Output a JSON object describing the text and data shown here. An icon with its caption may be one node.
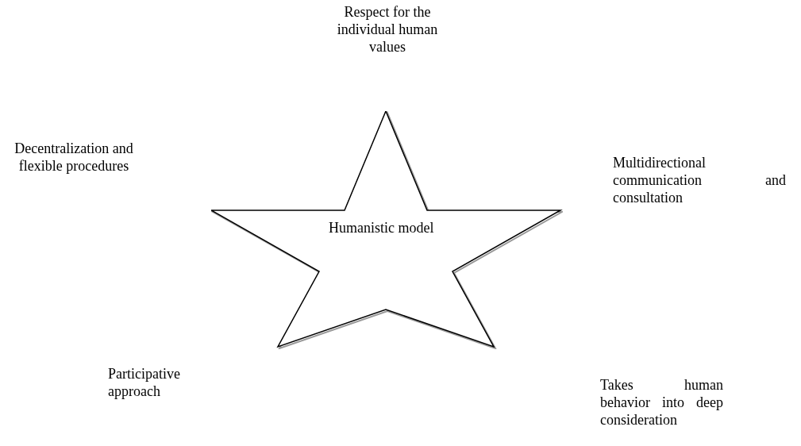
{
  "diagram": {
    "nodes": [
      {
        "text": [
          "Humanistic model"
        ]
      }
    ],
    "edges": [],
    "labels": [
      "Respect for the individual human values",
      "Decentralization and flexible procedures",
      "Multidirectional communication and consultation",
      "Participative approach",
      "Takes human behavior into deep consideration"
    ]
  }
}
